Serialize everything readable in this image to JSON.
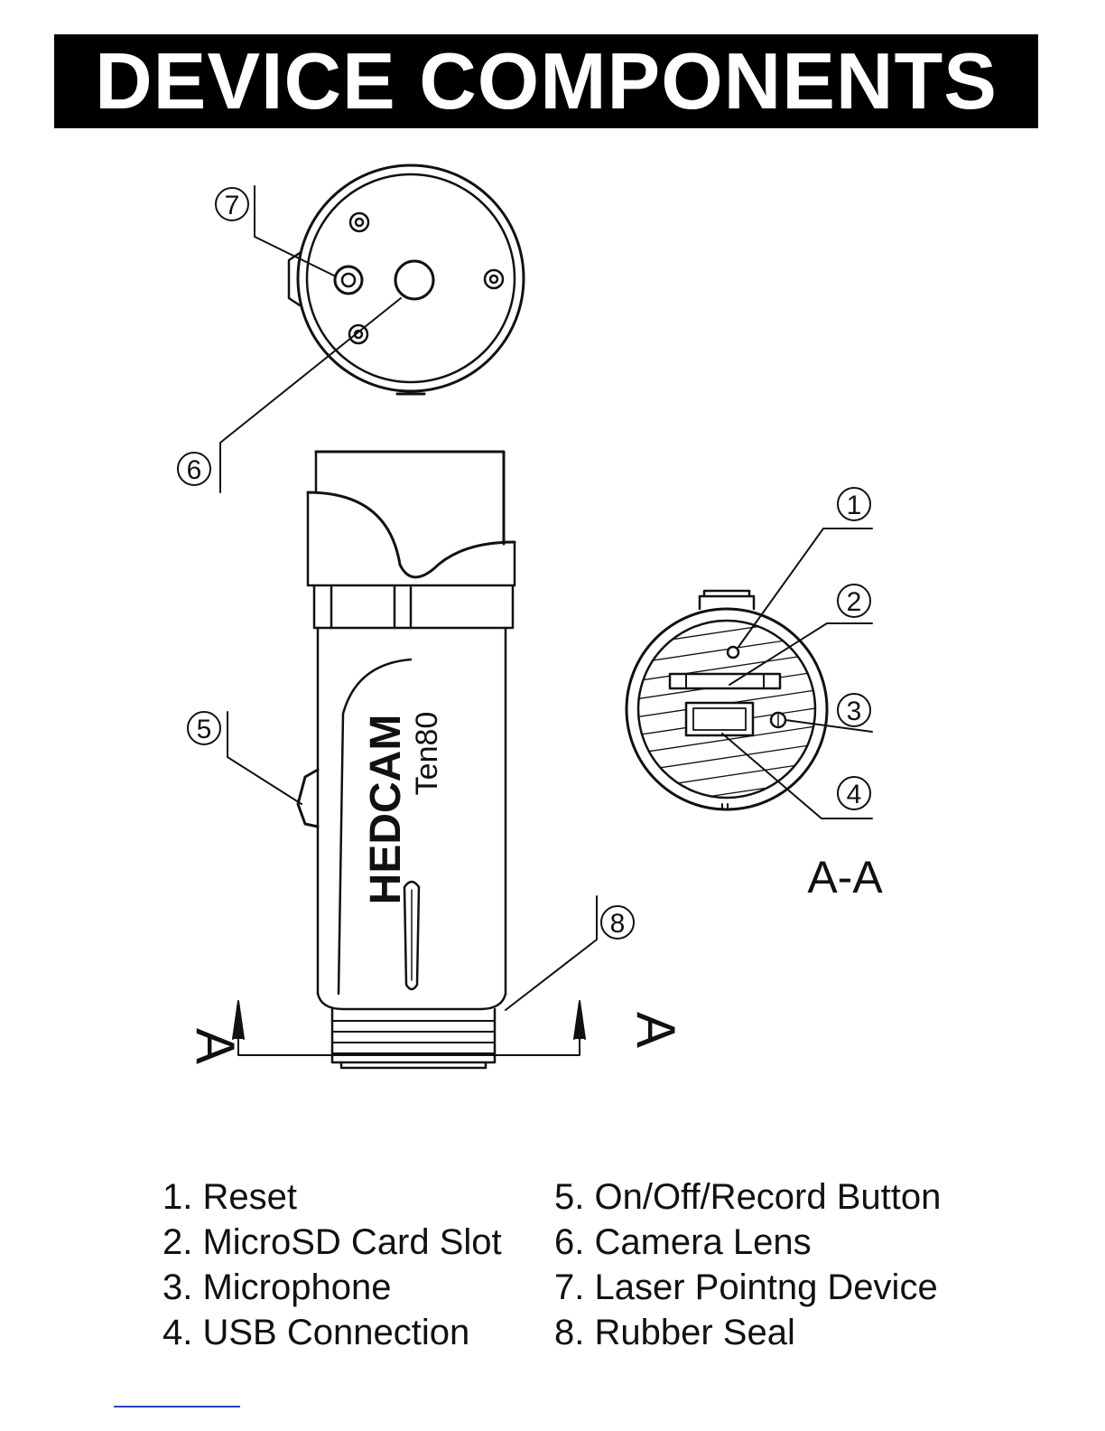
{
  "title": "DEVICE COMPONENTS",
  "callouts": [
    "1",
    "2",
    "3",
    "4",
    "5",
    "6",
    "7",
    "8"
  ],
  "section_label": "A-A",
  "section_marker": "A",
  "brand": {
    "name": "HEDCAM",
    "model": "Ten80"
  },
  "legend": {
    "left": [
      "1. Reset",
      "2. MicroSD Card Slot",
      "3. Microphone",
      "4. USB Connection"
    ],
    "right": [
      "5. On/Off/Record Button",
      "6. Camera Lens",
      "7. Laser Pointng Device",
      "8. Rubber Seal"
    ]
  },
  "colors": {
    "ink": "#111111",
    "title_bg": "#000000",
    "title_fg": "#ffffff",
    "footer_line": "#2a44c8"
  }
}
